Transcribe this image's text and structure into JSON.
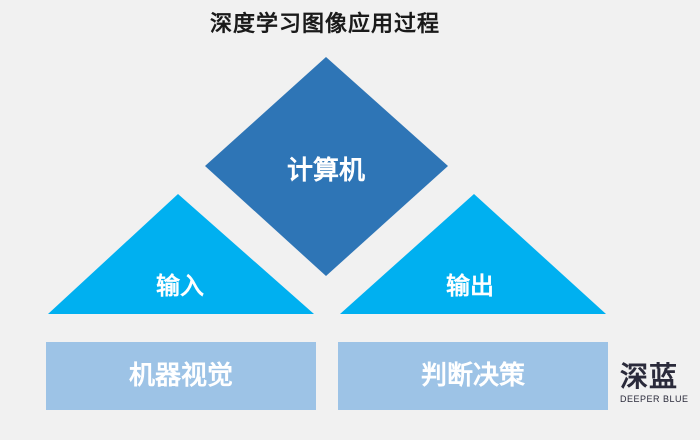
{
  "title": "深度学习图像应用过程",
  "diagram": {
    "top_diamond": {
      "label": "计算机",
      "color": "#2e75b6"
    },
    "left_triangle": {
      "label": "输入",
      "color": "#00b0f0"
    },
    "right_triangle": {
      "label": "输出",
      "color": "#00b0f0"
    },
    "left_box": {
      "label": "机器视觉",
      "color": "#9dc3e6"
    },
    "right_box": {
      "label": "判断决策",
      "color": "#9dc3e6"
    }
  },
  "logo": {
    "chinese": "深蓝",
    "english": "DEEPER BLUE"
  }
}
